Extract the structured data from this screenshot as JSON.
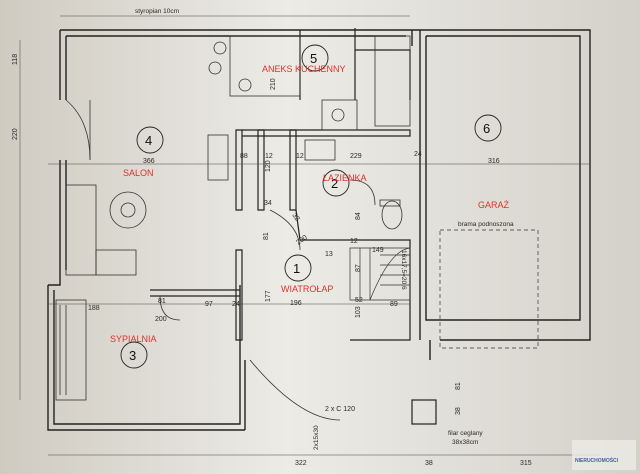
{
  "rooms": [
    {
      "id": "aneks",
      "number": "5",
      "name": "ANEKS KUCHENNY"
    },
    {
      "id": "salon",
      "number": "4",
      "name": "SALON"
    },
    {
      "id": "lazienka",
      "number": "2",
      "name": "ŁAZIENKA"
    },
    {
      "id": "wiatrolap",
      "number": "1",
      "name": "WIATROŁAP"
    },
    {
      "id": "sypialnia",
      "number": "3",
      "name": "SYPIALNIA"
    },
    {
      "id": "garaz",
      "number": "6",
      "name": "GARAŻ"
    }
  ],
  "annotations": {
    "styroplan": "styropian 10cm",
    "brama": "brama podnoszona",
    "stairs": "16x17,5=20,6",
    "filar_1": "filar ceglany",
    "filar_2": "38x38cm",
    "window": "2 x C 120",
    "step": "2x15x30"
  },
  "dimensions": {
    "d366": "366",
    "d316": "316",
    "d188": "188",
    "d81a": "81",
    "d97": "97",
    "d200a": "200",
    "d24a": "24",
    "d177": "177",
    "d196": "196",
    "d103": "103",
    "d52": "52",
    "d89": "89",
    "d149": "149",
    "d87": "87",
    "d84": "84",
    "d229": "229",
    "d12a": "12",
    "d12b": "12",
    "d120": "120",
    "d88": "88",
    "d34": "34",
    "d81b": "81",
    "d200b": "200",
    "d13": "13",
    "d12c": "12",
    "d32": "32",
    "d24b": "24",
    "d210": "210",
    "d220": "220",
    "d118": "118",
    "d322": "322",
    "d38a": "38",
    "d315": "315",
    "d81c": "81",
    "d38b": "38"
  },
  "logo": "NIERUCHOMOŚCI",
  "colors": {
    "paper": "#d9d6ce",
    "ink": "#2a2a2a",
    "labels": "#e0302a"
  }
}
